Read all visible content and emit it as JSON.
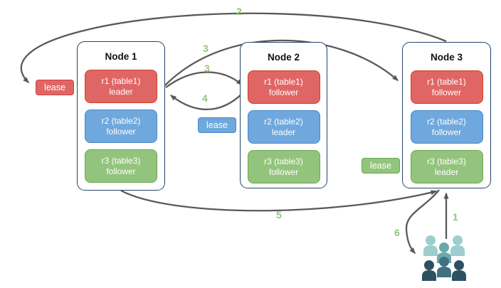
{
  "diagram": {
    "nodes": [
      {
        "name": "Node 1",
        "replicas": [
          {
            "label": "r1 (table1)",
            "role": "leader"
          },
          {
            "label": "r2 (table2)",
            "role": "follower"
          },
          {
            "label": "r3 (table3)",
            "role": "follower"
          }
        ]
      },
      {
        "name": "Node 2",
        "replicas": [
          {
            "label": "r1 (table1)",
            "role": "follower"
          },
          {
            "label": "r2 (table2)",
            "role": "leader"
          },
          {
            "label": "r3 (table3)",
            "role": "follower"
          }
        ]
      },
      {
        "name": "Node 3",
        "replicas": [
          {
            "label": "r1 (table1)",
            "role": "follower"
          },
          {
            "label": "r2 (table2)",
            "role": "follower"
          },
          {
            "label": "r3 (table3)",
            "role": "leader"
          }
        ]
      }
    ],
    "leases": [
      {
        "label": "lease",
        "color": "#e06666"
      },
      {
        "label": "lease",
        "color": "#6fa8dc"
      },
      {
        "label": "lease",
        "color": "#93c47d"
      }
    ],
    "steps": {
      "s1": "1",
      "s2": "2",
      "s3a": "3",
      "s3b": "3",
      "s4": "4",
      "s5": "5",
      "s6": "6"
    },
    "icons": {
      "clients": "users-group-icon"
    },
    "colors": {
      "replica_red": "#e06666",
      "replica_red_border": "#cc4125",
      "replica_blue": "#6fa8dc",
      "replica_blue_border": "#4a86c8",
      "replica_green": "#93c47d",
      "replica_green_border": "#6aa84f",
      "node_border": "#24436b",
      "arrow": "#595959",
      "step_label": "#93c47d",
      "people_light": "#9ccecf",
      "people_medium": "#6ba8ab",
      "people_middark": "#3f7280",
      "people_dark": "#2d5162"
    }
  }
}
